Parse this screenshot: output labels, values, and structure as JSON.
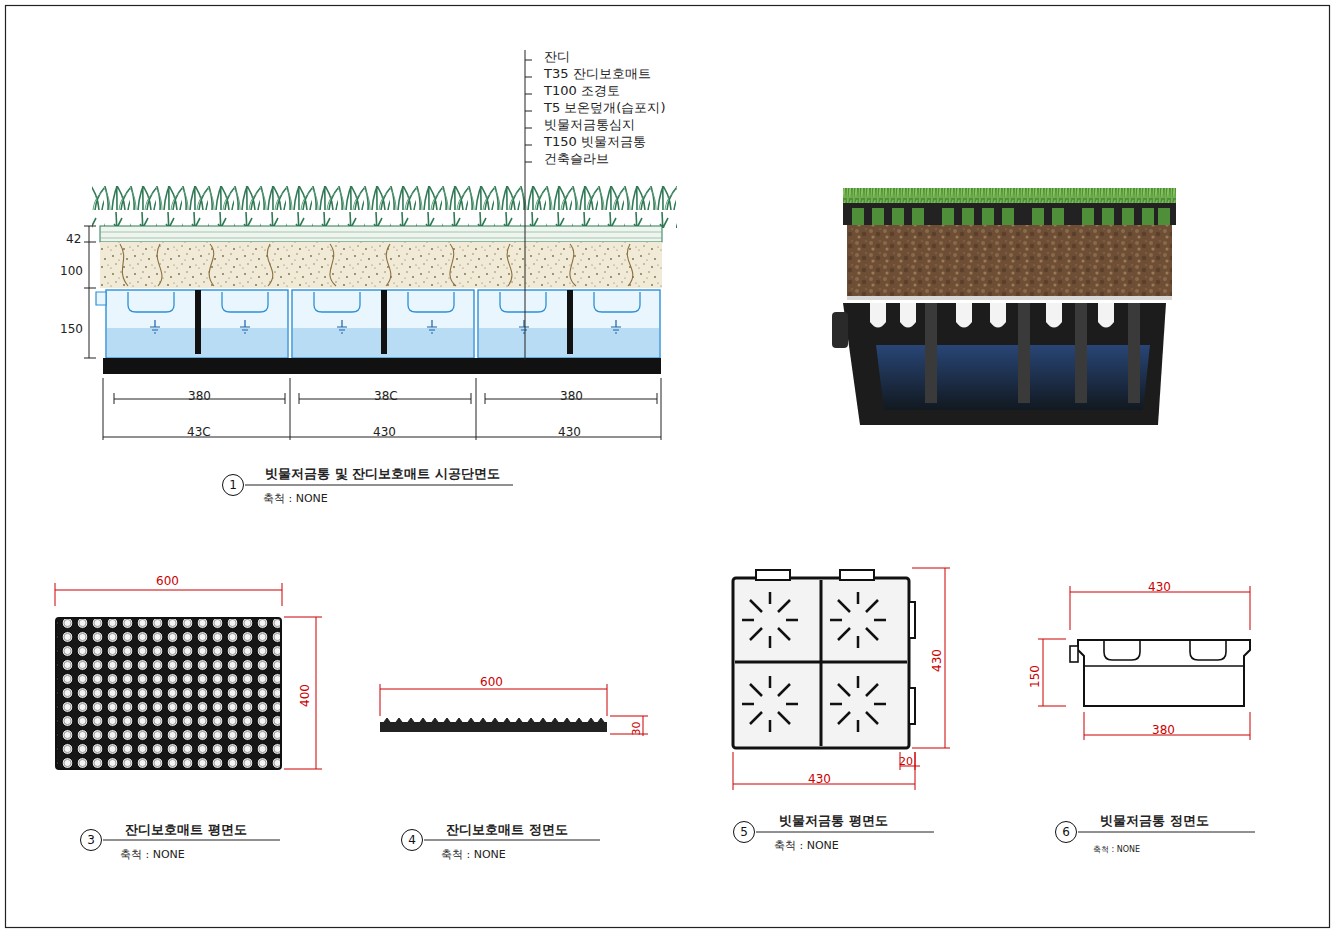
{
  "diagram": {
    "nodes": [
      {
        "text": [
          "1"
        ]
      },
      {
        "text": [
          "3"
        ]
      },
      {
        "text": [
          "4"
        ]
      },
      {
        "text": [
          "5"
        ]
      },
      {
        "text": [
          "6"
        ]
      }
    ],
    "labels": [
      "잔디",
      "T35 잔디보호매트",
      "T100 조경토",
      "T5 보온덮개(습포지)",
      "빗물저금통심지",
      "T150 빗물저금통",
      "건축슬라브",
      "42",
      "100",
      "150",
      "380",
      "38C",
      "380",
      "43C",
      "430",
      "430",
      "빗물저금통 및 잔디보호매트 시공단면도",
      "축척 : NONE",
      "600",
      "400",
      "잔디보호매트 평면도",
      "축척 : NONE",
      "600",
      "30",
      "잔디보호매트 정면도",
      "축척 : NONE",
      "430",
      "20",
      "430",
      "빗물저금통 평면도",
      "축척 : NONE",
      "430",
      "150",
      "380",
      "빗물저금통 정면도",
      "축척 : NONE"
    ]
  }
}
